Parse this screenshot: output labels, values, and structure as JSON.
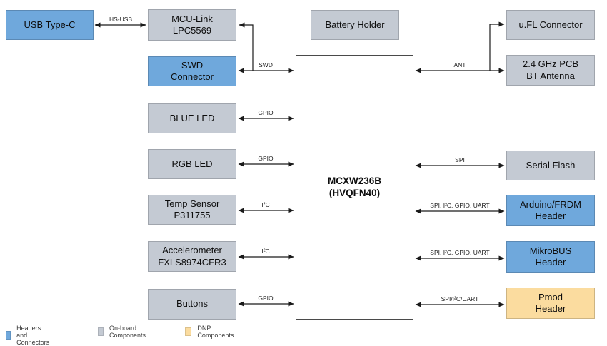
{
  "nodes": {
    "usb_type_c": "USB Type-C",
    "mcu_link": "MCU-Link\nLPC5569",
    "swd_connector": "SWD\nConnector",
    "blue_led": "BLUE LED",
    "rgb_led": "RGB LED",
    "temp_sensor": "Temp Sensor\nP311755",
    "accelerometer": "Accelerometer\nFXLS8974CFR3",
    "buttons": "Buttons",
    "battery_holder": "Battery Holder",
    "mcu_chip": "MCXW236B\n(HVQFN40)",
    "ufl_connector": "u.FL Connector",
    "bt_antenna": "2.4 GHz PCB\nBT Antenna",
    "serial_flash": "Serial Flash",
    "arduino_header": "Arduino/FRDM\nHeader",
    "mikrobus_header": "MikroBUS\nHeader",
    "pmod_header": "Pmod\nHeader"
  },
  "edges": {
    "hs_usb": "HS-USB",
    "swd": "SWD",
    "gpio_blue_led": "GPIO",
    "gpio_rgb_led": "GPIO",
    "i2c_temp_sensor": "I²C",
    "i2c_accelerometer": "I²C",
    "gpio_buttons": "GPIO",
    "ant": "ANT",
    "spi": "SPI",
    "arduino": "SPI, I²C, GPIO, UART",
    "mikrobus": "SPI, I²C, GPIO, UART",
    "pmod": "SPI/I²C/UART"
  },
  "legend": {
    "items": [
      {
        "label": "Headers and Connectors",
        "color": "#6fa8dc"
      },
      {
        "label": "On-board Components",
        "color": "#c4cad3"
      },
      {
        "label": "DNP Components",
        "color": "#fbdc9f"
      }
    ]
  },
  "colors": {
    "headers_connectors": "#6fa8dc",
    "onboard_components": "#c4cad3",
    "dnp_components": "#fbdc9f",
    "chip_fill": "#ffffff",
    "line": "#1a1a1a"
  }
}
